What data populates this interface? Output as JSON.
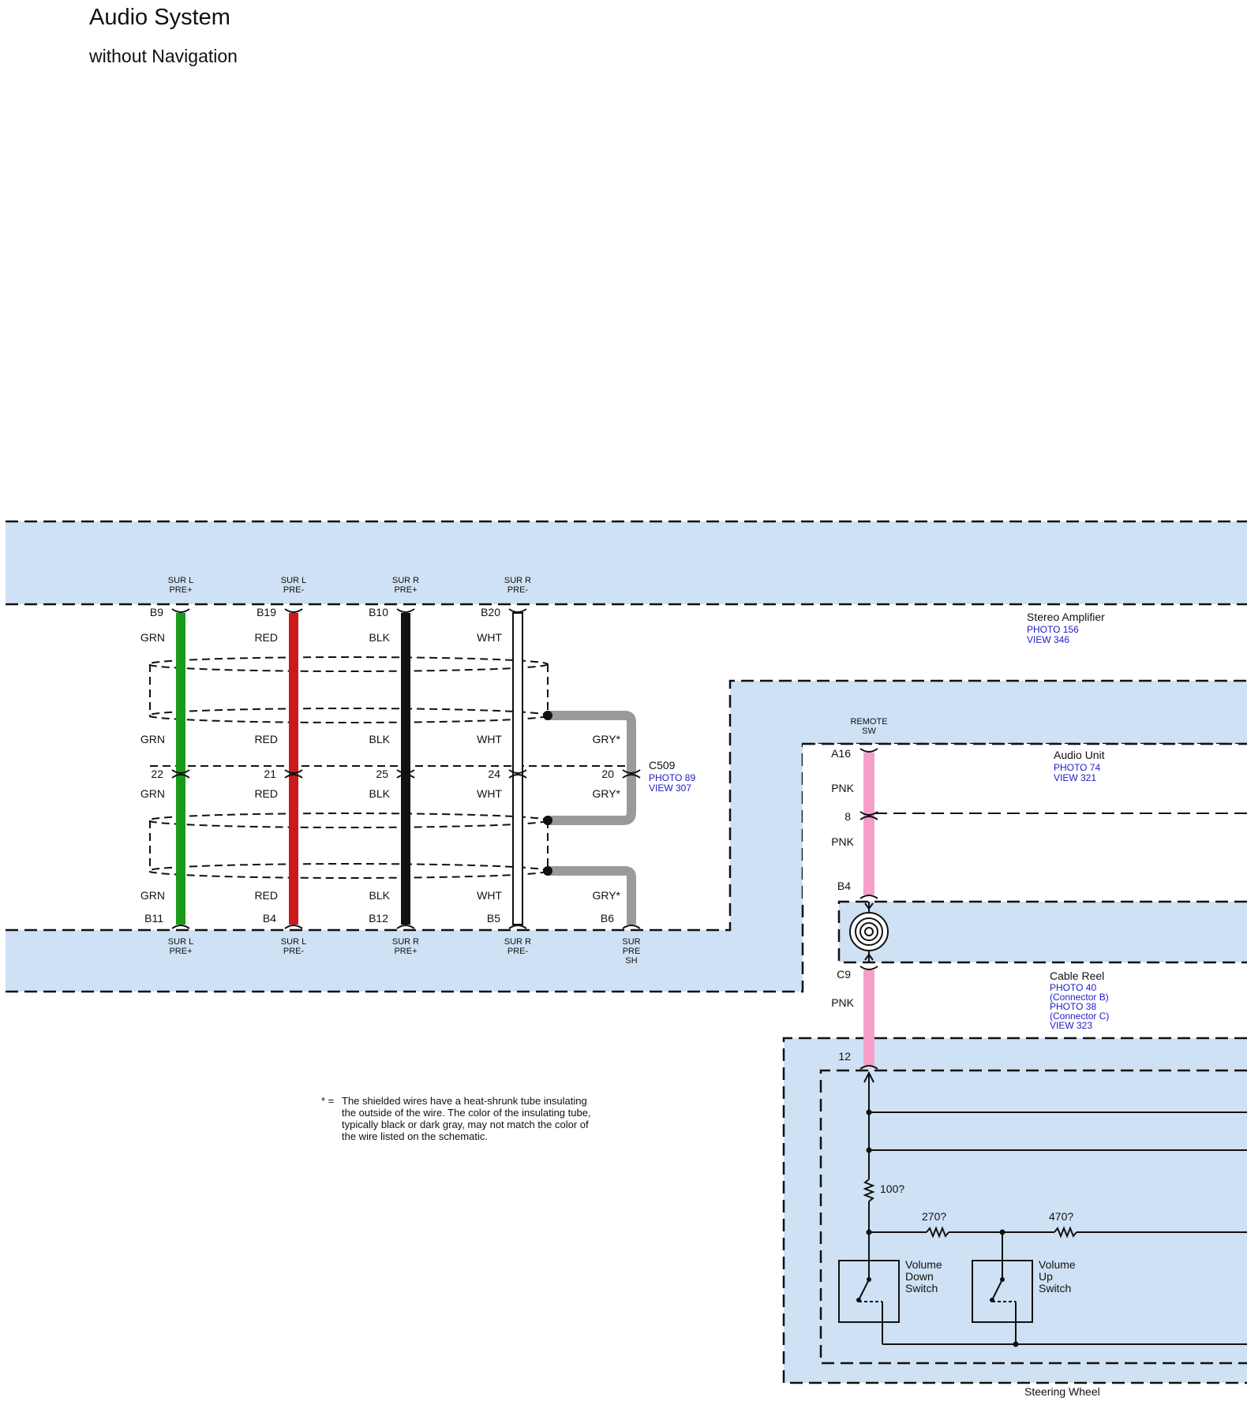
{
  "title": "Audio System",
  "subtitle": "without Navigation",
  "colors": {
    "panel": "#cfe1f4",
    "green": "#1a9a1a",
    "red": "#cc1a1a",
    "black": "#111111",
    "white": "#ffffff",
    "gray": "#9a9a9a",
    "pink": "#f59fc9",
    "link": "#1c1cc8"
  },
  "components": {
    "stereo_amplifier": {
      "name": "Stereo Amplifier",
      "photo": "PHOTO 156",
      "view": "VIEW 346"
    },
    "audio_unit": {
      "name": "Audio Unit",
      "photo": "PHOTO 74",
      "view": "VIEW 321"
    },
    "cable_reel": {
      "name": "Cable Reel",
      "photo1": "PHOTO 40",
      "conn1": "(Connector B)",
      "photo2": "PHOTO 38",
      "conn2": "(Connector C)",
      "view": "VIEW 323"
    },
    "steering_wheel": {
      "name": "Steering Wheel"
    },
    "connector_c509": {
      "name": "C509",
      "photo": "PHOTO 89",
      "view": "VIEW 307"
    }
  },
  "amp_signals": {
    "top": [
      {
        "l1": "SUR L",
        "l2": "PRE+"
      },
      {
        "l1": "SUR L",
        "l2": "PRE-"
      },
      {
        "l1": "SUR R",
        "l2": "PRE+"
      },
      {
        "l1": "SUR R",
        "l2": "PRE-"
      }
    ],
    "bottom": [
      {
        "l1": "SUR L",
        "l2": "PRE+"
      },
      {
        "l1": "SUR L",
        "l2": "PRE-"
      },
      {
        "l1": "SUR R",
        "l2": "PRE+"
      },
      {
        "l1": "SUR R",
        "l2": "PRE-"
      },
      {
        "l1": "SUR",
        "l2": "PRE",
        "l3": "SH"
      }
    ]
  },
  "wires": [
    {
      "top_pin": "B9",
      "color": "GRN",
      "c509_pin": "22",
      "bottom_pin": "B11"
    },
    {
      "top_pin": "B19",
      "color": "RED",
      "c509_pin": "21",
      "bottom_pin": "B4"
    },
    {
      "top_pin": "B10",
      "color": "BLK",
      "c509_pin": "25",
      "bottom_pin": "B12"
    },
    {
      "top_pin": "B20",
      "color": "WHT",
      "c509_pin": "24",
      "bottom_pin": "B5"
    }
  ],
  "shield_wire": {
    "color": "GRY*",
    "c509_pin": "20",
    "bottom_pin": "B6"
  },
  "remote": {
    "signal_l1": "REMOTE",
    "signal_l2": "SW",
    "pin_a16": "A16",
    "pin_8": "8",
    "pin_b4": "B4",
    "pin_c9": "C9",
    "pin_12": "12",
    "color": "PNK"
  },
  "steering": {
    "r1": "100?",
    "r2": "270?",
    "r3": "470?",
    "sw_down": [
      "Volume",
      "Down",
      "Switch"
    ],
    "sw_up": [
      "Volume",
      "Up",
      "Switch"
    ]
  },
  "note": {
    "marker": "* =",
    "lines": [
      "The shielded wires have a heat-shrunk tube insulating",
      "the outside of the wire. The color of the insulating tube,",
      "typically black or dark gray, may not match the color of",
      "the wire listed on the schematic."
    ]
  }
}
